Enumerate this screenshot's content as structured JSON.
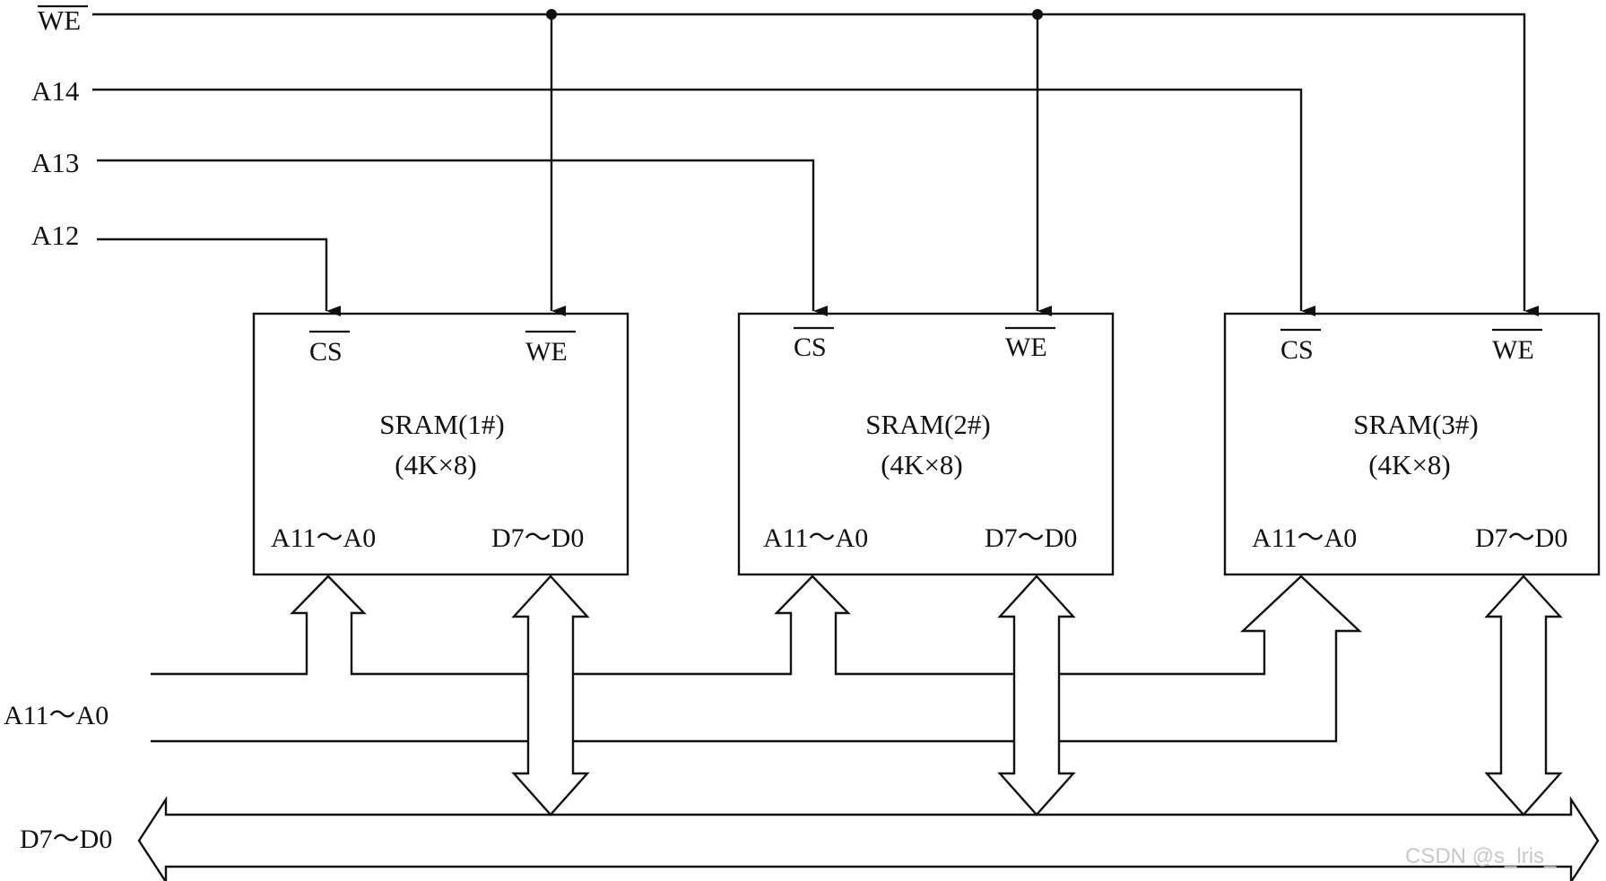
{
  "signals": {
    "we": "WE",
    "a14": "A14",
    "a13": "A13",
    "a12": "A12",
    "addr_bus": "A11～A0",
    "data_bus": "D7～D0"
  },
  "chips": [
    {
      "pin_cs": "CS",
      "pin_we": "WE",
      "name": "SRAM(1#)",
      "size": "(4K×8)",
      "pin_addr": "A11～A0",
      "pin_data": "D7～D0"
    },
    {
      "pin_cs": "CS",
      "pin_we": "WE",
      "name": "SRAM(2#)",
      "size": "(4K×8)",
      "pin_addr": "A11～A0",
      "pin_data": "D7～D0"
    },
    {
      "pin_cs": "CS",
      "pin_we": "WE",
      "name": "SRAM(3#)",
      "size": "(4K×8)",
      "pin_addr": "A11～A0",
      "pin_data": "D7～D0"
    }
  ],
  "watermark": "CSDN @s_lris_"
}
